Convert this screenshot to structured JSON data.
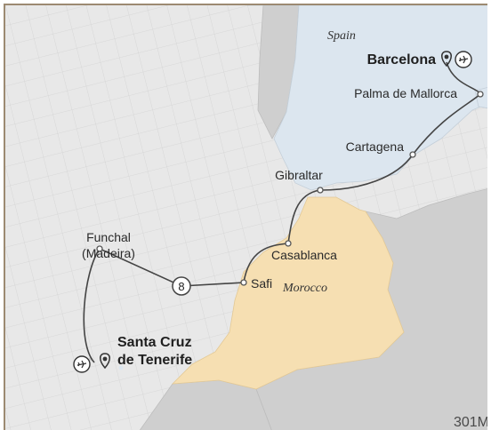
{
  "countries": {
    "spain": "Spain",
    "morocco": "Morocco"
  },
  "ports": {
    "barcelona": "Barcelona",
    "palma": "Palma de Mallorca",
    "cartagena": "Cartagena",
    "gibraltar": "Gibraltar",
    "casablanca": "Casablanca",
    "safi": "Safi",
    "funchal_line1": "Funchal",
    "funchal_line2": "(Madeira)",
    "tenerife_line1": "Santa Cruz",
    "tenerife_line2": "de Tenerife"
  },
  "sea_days_badge": "8",
  "map_code": "301M",
  "icons": [
    "location-pin-icon",
    "airplane-icon"
  ],
  "colors": {
    "spain": "#dce6ef",
    "morocco": "#f6dfb2",
    "land": "#cfcfcf",
    "sea": "#e8e8e8",
    "frame": "#9c8a72"
  }
}
